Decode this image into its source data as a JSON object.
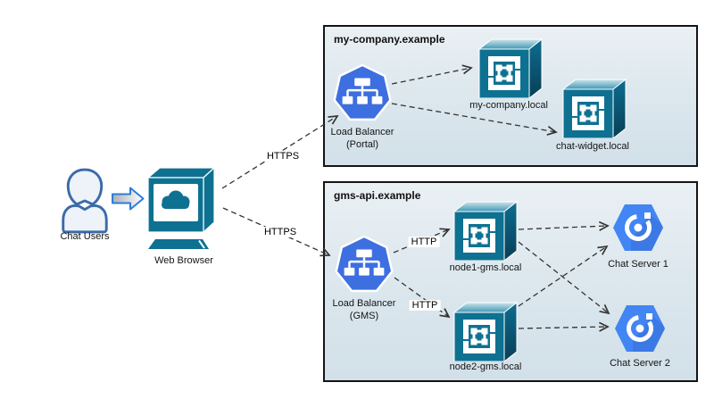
{
  "diagram_type": "network-architecture-diagram",
  "groups": {
    "portal": {
      "title": "my-company.example"
    },
    "gms": {
      "title": "gms-api.example"
    }
  },
  "nodes": {
    "chat_users": {
      "label": "Chat Users",
      "icon": "person-icon"
    },
    "web_browser": {
      "label": "Web Browser",
      "icon": "computer-browser-icon"
    },
    "lb_portal": {
      "line1": "Load Balancer",
      "line2": "(Portal)",
      "icon": "load-balancer-heptagon-icon"
    },
    "my_company": {
      "label": "my-company.local",
      "icon": "app-cube-icon"
    },
    "chat_widget": {
      "label": "chat-widget.local",
      "icon": "app-cube-icon"
    },
    "lb_gms": {
      "line1": "Load Balancer",
      "line2": "(GMS)",
      "icon": "load-balancer-heptagon-icon"
    },
    "node1": {
      "label": "node1-gms.local",
      "icon": "app-cube-icon"
    },
    "node2": {
      "label": "node2-gms.local",
      "icon": "app-cube-icon"
    },
    "chat_server1": {
      "label": "Chat Server 1",
      "icon": "cloud-hexagon-icon"
    },
    "chat_server2": {
      "label": "Chat Server 2",
      "icon": "cloud-hexagon-icon"
    }
  },
  "edge_labels": {
    "https_portal": "HTTPS",
    "https_gms": "HTTPS",
    "http_node1": "HTTP",
    "http_node2": "HTTP"
  },
  "edges": [
    {
      "from": "chat_users",
      "to": "web_browser",
      "style": "solid-block-arrow"
    },
    {
      "from": "web_browser",
      "to": "lb_portal",
      "label": "HTTPS",
      "style": "dashed"
    },
    {
      "from": "web_browser",
      "to": "lb_gms",
      "label": "HTTPS",
      "style": "dashed"
    },
    {
      "from": "lb_portal",
      "to": "my_company",
      "style": "dashed"
    },
    {
      "from": "lb_portal",
      "to": "chat_widget",
      "style": "dashed"
    },
    {
      "from": "lb_gms",
      "to": "node1",
      "label": "HTTP",
      "style": "dashed"
    },
    {
      "from": "lb_gms",
      "to": "node2",
      "label": "HTTP",
      "style": "dashed"
    },
    {
      "from": "node1",
      "to": "chat_server1",
      "style": "dashed"
    },
    {
      "from": "node1",
      "to": "chat_server2",
      "style": "dashed"
    },
    {
      "from": "node2",
      "to": "chat_server1",
      "style": "dashed"
    },
    {
      "from": "node2",
      "to": "chat_server2",
      "style": "dashed"
    }
  ],
  "colors": {
    "teal": "#0e7192",
    "teal_dark": "#0a5875",
    "lb_blue": "#3e6fe1",
    "gcp_blue": "#4285f4",
    "gcp_blue_shadow": "#3a74dd",
    "person_outline": "#3a6ba8",
    "person_fill": "#eef2f9",
    "group_border": "#141414",
    "edge": "#333333"
  }
}
